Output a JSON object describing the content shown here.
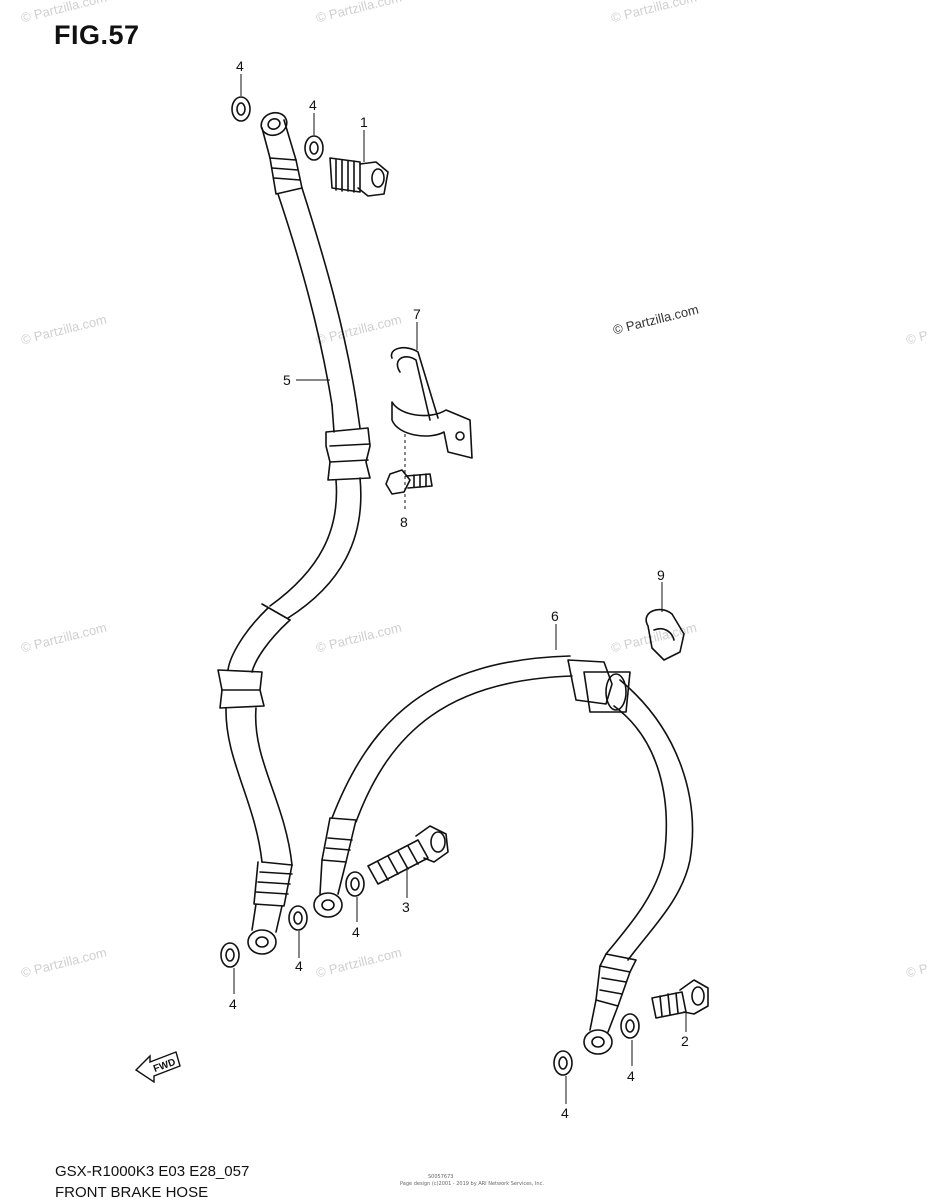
{
  "figure": {
    "title": "FIG.57",
    "model_code": "GSX-R1000K3 E03 E28_057",
    "name": "FRONT BRAKE HOSE",
    "tiny_code": "S0057673",
    "tiny_credit": "Page design (c)2001 - 2019 by ARI Network Services, Inc."
  },
  "watermark": {
    "text": "© Partzilla.com",
    "prominent_text": "© Partzilla.com"
  },
  "fwd_arrow_label": "FWD",
  "callouts": [
    {
      "id": "c1",
      "label": "1"
    },
    {
      "id": "c2",
      "label": "2"
    },
    {
      "id": "c3",
      "label": "3"
    },
    {
      "id": "c4a",
      "label": "4"
    },
    {
      "id": "c4b",
      "label": "4"
    },
    {
      "id": "c4c",
      "label": "4"
    },
    {
      "id": "c4d",
      "label": "4"
    },
    {
      "id": "c4e",
      "label": "4"
    },
    {
      "id": "c4f",
      "label": "4"
    },
    {
      "id": "c4g",
      "label": "4"
    },
    {
      "id": "c5",
      "label": "5"
    },
    {
      "id": "c6",
      "label": "6"
    },
    {
      "id": "c7",
      "label": "7"
    },
    {
      "id": "c8",
      "label": "8"
    },
    {
      "id": "c9",
      "label": "9"
    }
  ]
}
